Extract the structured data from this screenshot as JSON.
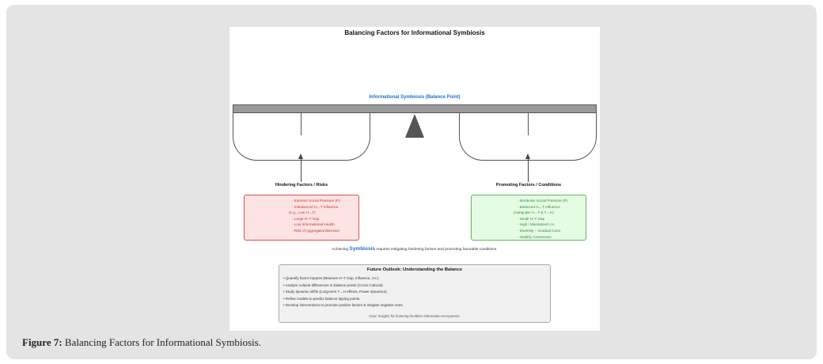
{
  "figure": {
    "title": "Balancing Factors for Informational Symbiosis",
    "balance_title": "Informational Symbiosis (Balance Point)",
    "hindering": {
      "title": "Hindering Factors / Risks",
      "items": [
        "- Extreme Social Pressure (P)",
        "- Imbalanced H↔T Influence",
        "(e.g., Low H→T)",
        "- Large H–T Gap",
        "- Low Informational Health",
        "- Risk of Aggregation/Division"
      ]
    },
    "promoting": {
      "title": "Promoting Factors / Conditions",
      "items": [
        "- Moderate Social Pressure (P)",
        "- Balanced H↔T Influence",
        "(Adequate H→T & T→H)",
        "- Small H–T Gap",
        "- High / Maintained I.H.",
        "- Diversity – Gradual Conv.",
        "- Healthy Consensus"
      ]
    },
    "achieve": {
      "prefix": "Achieving",
      "keyword": "Symbiosis",
      "suffix": "requires mitigating hindering factors and promoting favorable conditions."
    },
    "outlook": {
      "title": "Future Outlook: Understanding the Balance",
      "items": [
        "• Quantify factor impacts (Measure H–T Gap, Influence, I.H.).",
        "• Analyze cultural differences in balance points (Cross-Cultural).",
        "• Study dynamic shifts (Long-term T→H effects, Power dynamics).",
        "• Refine models to predict balance tipping points.",
        "• Develop interventions to promote positive factors & mitigate negative ones."
      ],
      "goal": "Goal: Insights for fostering healthier information ecosystems."
    }
  },
  "caption": {
    "label": "Figure 7:",
    "text": "Balancing Factors for Informational Symbiosis."
  }
}
